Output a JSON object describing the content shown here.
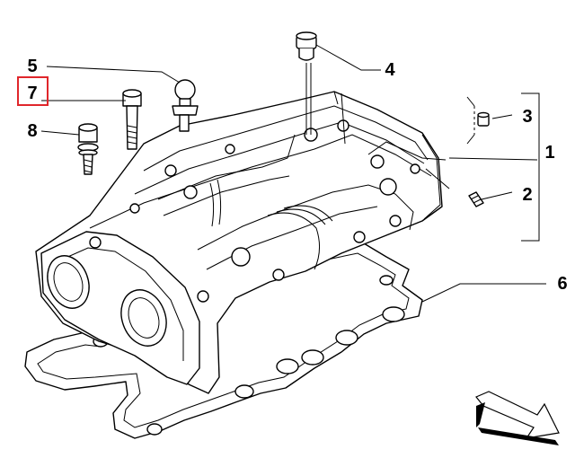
{
  "highlight_color": "#e0262b",
  "callouts": [
    {
      "id": "1",
      "label": "1"
    },
    {
      "id": "2",
      "label": "2"
    },
    {
      "id": "3",
      "label": "3"
    },
    {
      "id": "4",
      "label": "4"
    },
    {
      "id": "5",
      "label": "5"
    },
    {
      "id": "6",
      "label": "6"
    },
    {
      "id": "7",
      "label": "7",
      "highlighted": true
    },
    {
      "id": "8",
      "label": "8"
    }
  ],
  "icons": [
    "orientation-arrow-icon"
  ]
}
